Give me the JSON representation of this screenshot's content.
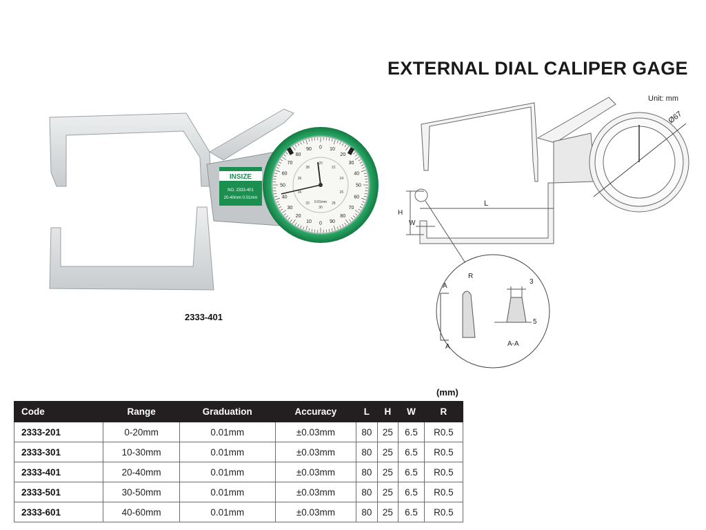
{
  "title": "EXTERNAL DIAL CALIPER GAGE",
  "unit_note": "Unit: mm",
  "photo": {
    "caption": "2333-401",
    "brand": "INSIZE",
    "dial_model": "NO. 2333-401",
    "dial_spec": "20-40mm  0.01mm",
    "dial_face_text": "0.01mm",
    "outer_scale": [
      "0",
      "10",
      "20",
      "30",
      "40",
      "50",
      "60",
      "70",
      "80",
      "90",
      "0",
      "10",
      "20",
      "30",
      "40",
      "50",
      "60",
      "70",
      "80",
      "90"
    ],
    "inner_scale": [
      "20",
      "22",
      "24",
      "26",
      "28",
      "30",
      "32",
      "34",
      "36",
      "38"
    ]
  },
  "drawing": {
    "dim_L": "L",
    "dim_H": "H",
    "dim_W": "W",
    "dim_dia": "Ø67",
    "detail_R": "R",
    "detail_A_top": "A",
    "detail_A_bottom": "A",
    "detail_3": "3",
    "detail_5": "5",
    "detail_section": "A-A"
  },
  "table": {
    "unit_label": "(mm)",
    "headers": [
      "Code",
      "Range",
      "Graduation",
      "Accuracy",
      "L",
      "H",
      "W",
      "R"
    ],
    "rows": [
      [
        "2333-201",
        "0-20mm",
        "0.01mm",
        "±0.03mm",
        "80",
        "25",
        "6.5",
        "R0.5"
      ],
      [
        "2333-301",
        "10-30mm",
        "0.01mm",
        "±0.03mm",
        "80",
        "25",
        "6.5",
        "R0.5"
      ],
      [
        "2333-401",
        "20-40mm",
        "0.01mm",
        "±0.03mm",
        "80",
        "25",
        "6.5",
        "R0.5"
      ],
      [
        "2333-501",
        "30-50mm",
        "0.01mm",
        "±0.03mm",
        "80",
        "25",
        "6.5",
        "R0.5"
      ],
      [
        "2333-601",
        "40-60mm",
        "0.01mm",
        "±0.03mm",
        "80",
        "25",
        "6.5",
        "R0.5"
      ]
    ]
  },
  "colors": {
    "header_bg": "#231f20",
    "bezel_green": "#1f9a5a",
    "brand_green": "#1a8f4f",
    "steel": "#d6d8da"
  }
}
